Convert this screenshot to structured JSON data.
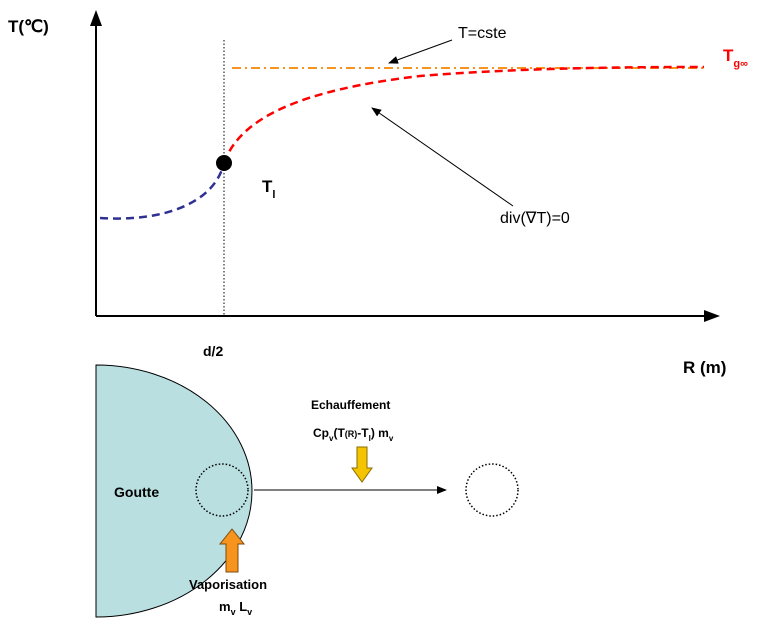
{
  "graph": {
    "y_axis_label": "T(℃)",
    "x_axis_label": "R (m)",
    "x_tick_label": "d/2",
    "const_label": "T=cste",
    "div_label": "div(∇T)=0",
    "interface_label": {
      "main": "T",
      "sub": "l"
    },
    "far_label": {
      "main": "T",
      "sub": "g∞"
    },
    "colors": {
      "liquid_curve": "#2e3192",
      "gas_curve": "#ff0000",
      "const_line": "#f7941d",
      "far_label": "#ff0000"
    }
  },
  "droplet": {
    "goutte_label": "Goutte",
    "echauffement_title": "Echauffement",
    "echauffement_formula": {
      "cp": "Cp",
      "v1": "v",
      "open": "(T",
      "r": "(R)",
      "minus": "-T",
      "l": "l",
      "close": ") m",
      "v2": "v"
    },
    "vaporisation_label": "Vaporisation",
    "vaporisation_formula": {
      "m": "m",
      "v1": "v",
      "l": " L",
      "v2": "v"
    },
    "colors": {
      "droplet_fill": "#b9dfe0",
      "echauffement_arrow": "#f5c400",
      "vaporisation_arrow": "#f7941d"
    }
  }
}
